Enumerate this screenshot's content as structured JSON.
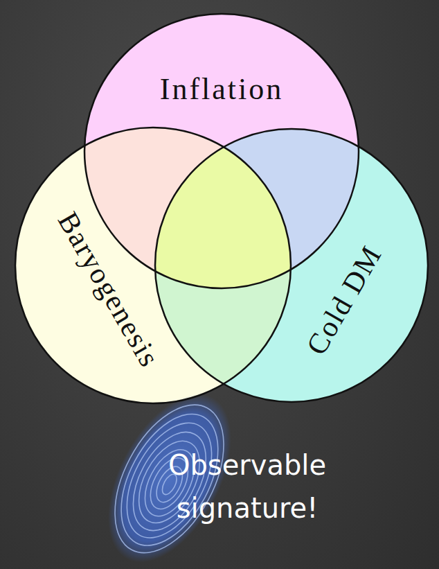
{
  "diagram": {
    "nodes": [
      {
        "text": [
          "Inflation"
        ]
      },
      {
        "text": [
          "Baryogenesis"
        ]
      },
      {
        "text": [
          "Cold DM"
        ]
      }
    ],
    "labels": [
      "Observable signature!"
    ]
  }
}
